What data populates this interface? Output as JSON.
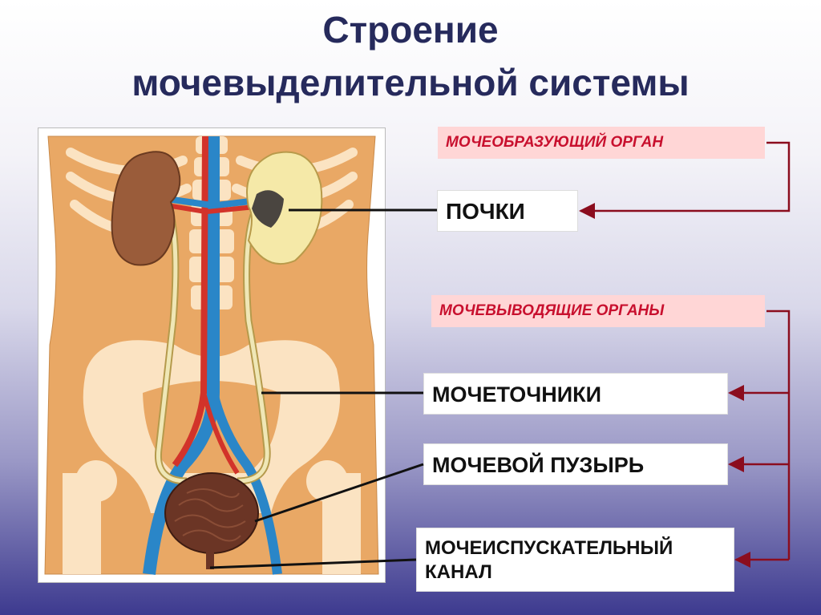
{
  "title": {
    "line1": "Строение",
    "line2": "мочевыделительной системы"
  },
  "categories": {
    "forming": "МОЧЕОБРАЗУЮЩИЙ ОРГАН",
    "excreting": "МОЧЕВЫВОДЯЩИЕ  ОРГАНЫ"
  },
  "labels": {
    "kidneys": "ПОЧКИ",
    "ureters": "МОЧЕТОЧНИКИ",
    "bladder": "МОЧЕВОЙ ПУЗЫРЬ",
    "urethra": "МОЧЕИСПУСКАТЕЛЬНЫЙ КАНАЛ"
  },
  "colors": {
    "title": "#262a5c",
    "category_text": "#c8102e",
    "category_bg": "#ffd6d6",
    "arrow": "#8b0d1e",
    "body": "#e9a865",
    "bone": "#fbe3c2",
    "artery": "#d2332a",
    "vein": "#2a86c8",
    "ureter": "#e8e0a6",
    "kidney": "#9a5c3a",
    "bladder": "#6b3525"
  }
}
